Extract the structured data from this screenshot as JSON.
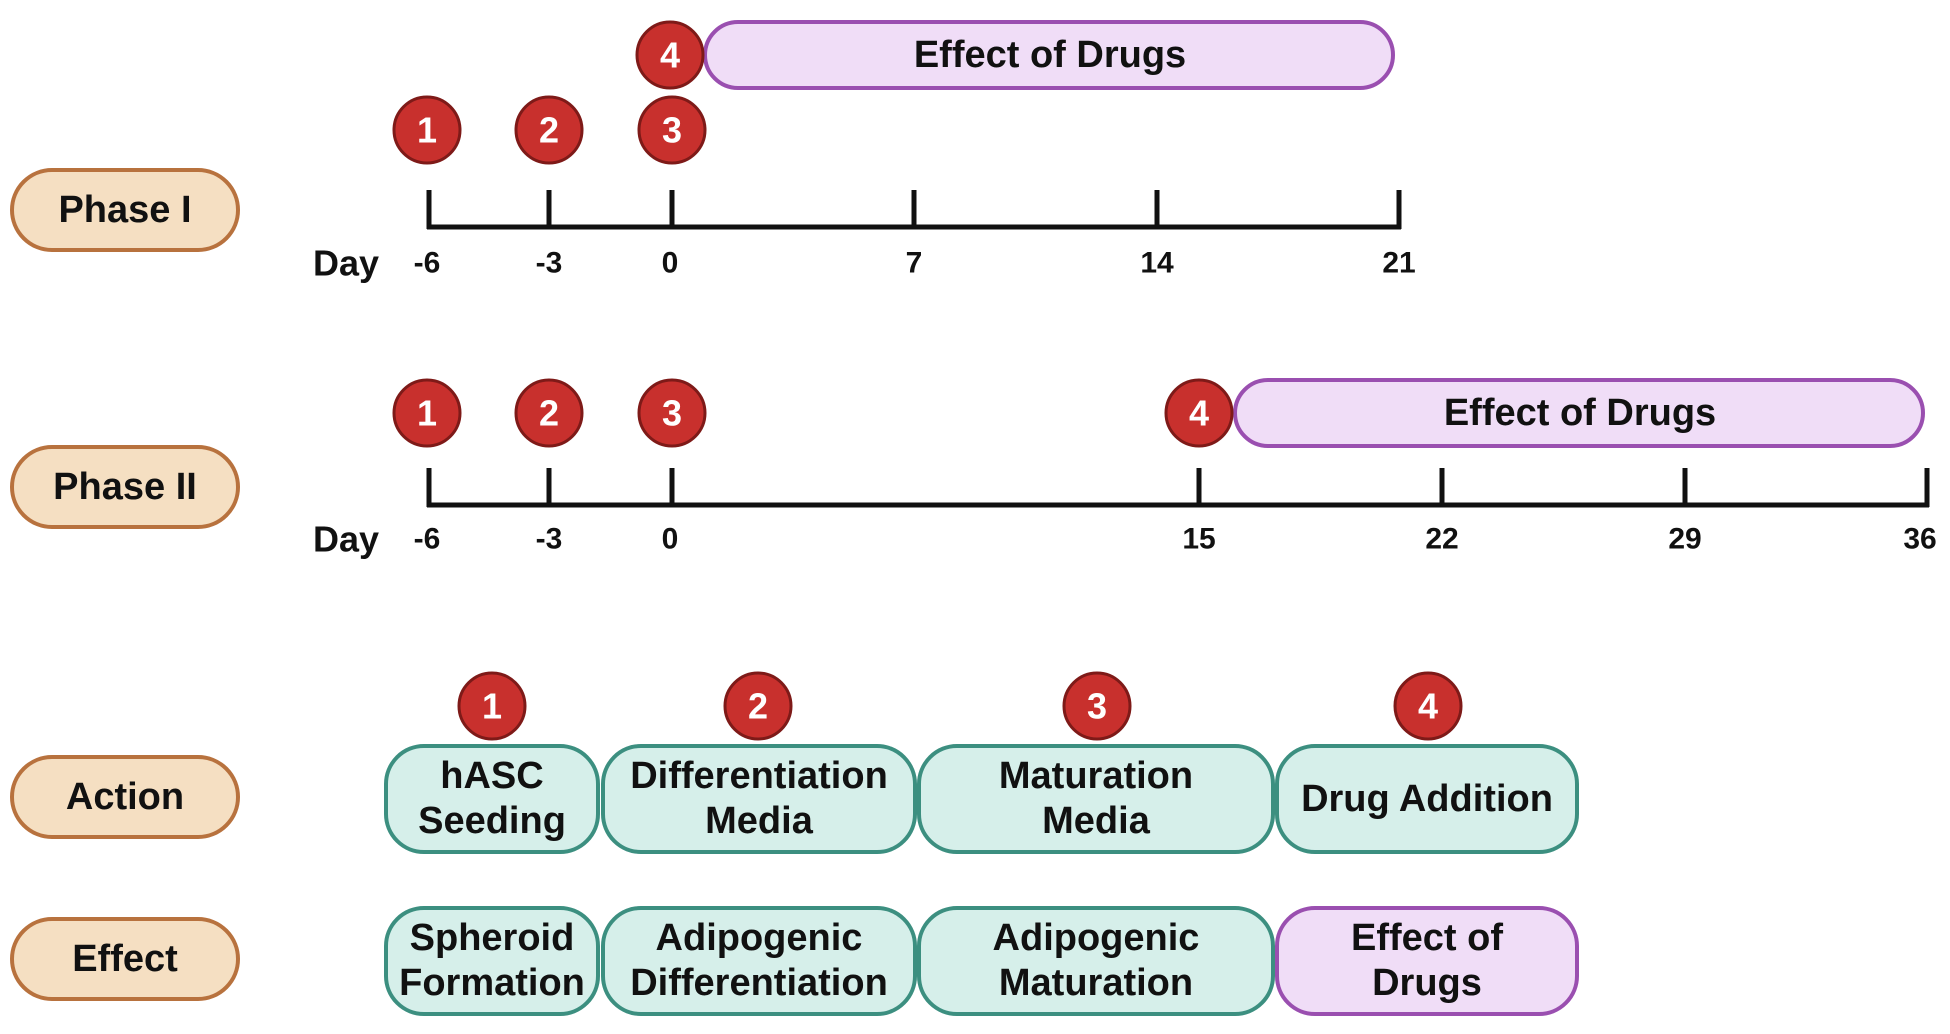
{
  "phases": [
    {
      "label": "Phase I",
      "day_label": "Day",
      "ticks": [
        "-6",
        "-3",
        "0",
        "7",
        "14",
        "21"
      ],
      "steps": [
        "1",
        "2",
        "3"
      ],
      "drug_step": "4",
      "drug_label": "Effect of Drugs"
    },
    {
      "label": "Phase II",
      "day_label": "Day",
      "ticks": [
        "-6",
        "-3",
        "0",
        "15",
        "22",
        "29",
        "36"
      ],
      "steps": [
        "1",
        "2",
        "3"
      ],
      "drug_step": "4",
      "drug_label": "Effect of Drugs"
    }
  ],
  "rows": {
    "action_label": "Action",
    "effect_label": "Effect"
  },
  "steps": [
    {
      "number": "1",
      "action": [
        "hASC",
        "Seeding"
      ],
      "effect": [
        "Spheroid",
        "Formation"
      ]
    },
    {
      "number": "2",
      "action": [
        "Differentiation",
        "Media"
      ],
      "effect": [
        "Adipogenic",
        "Differentiation"
      ]
    },
    {
      "number": "3",
      "action": [
        "Maturation",
        "Media"
      ],
      "effect": [
        "Adipogenic",
        "Maturation"
      ]
    },
    {
      "number": "4",
      "action": [
        "Drug Addition"
      ],
      "effect": [
        "Effect of",
        "Drugs"
      ]
    }
  ],
  "colors": {
    "phase_fill": "#f5dfc2",
    "phase_stroke": "#b8723e",
    "step_circle": "#c8302d",
    "action_fill": "#d6efea",
    "action_stroke": "#3c8f80",
    "drug_fill": "#f0ddf7",
    "drug_stroke": "#9a4fb0"
  }
}
